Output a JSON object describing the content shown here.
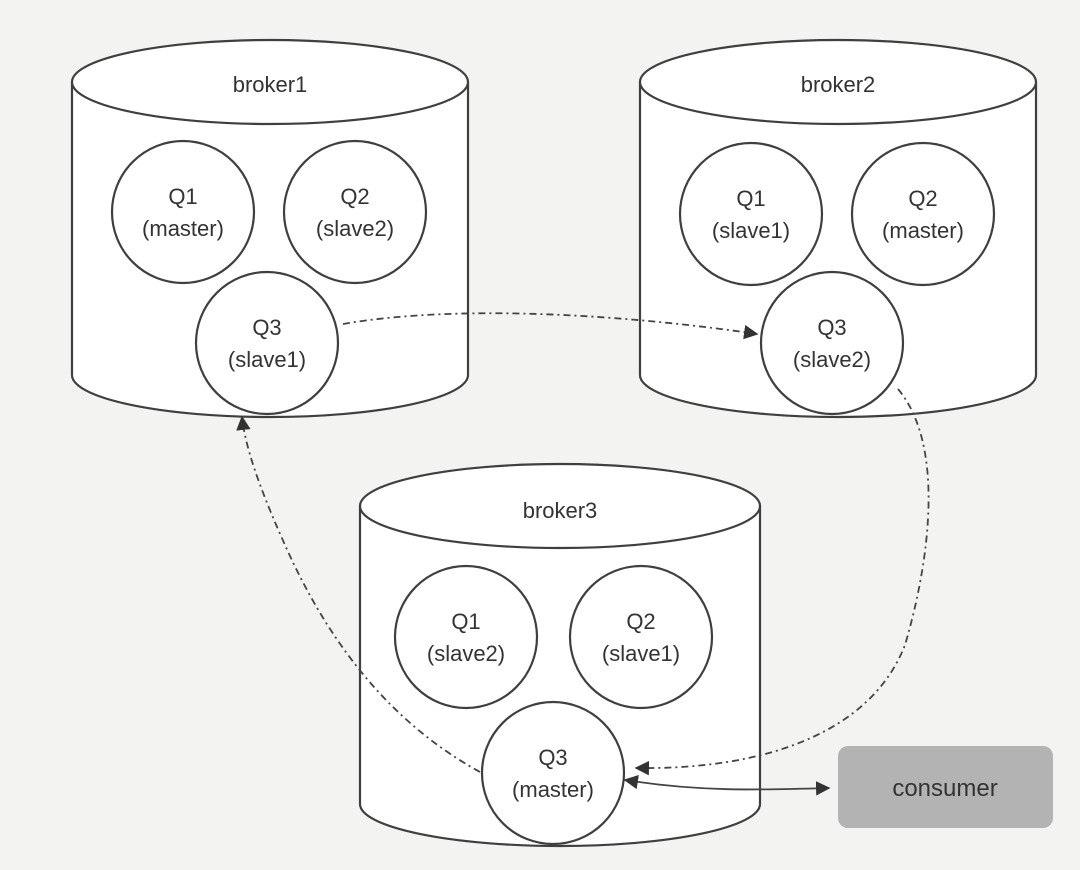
{
  "brokers": [
    {
      "name": "broker1",
      "queues": [
        {
          "name": "Q1",
          "role": "(master)"
        },
        {
          "name": "Q2",
          "role": "(slave2)"
        },
        {
          "name": "Q3",
          "role": "(slave1)"
        }
      ]
    },
    {
      "name": "broker2",
      "queues": [
        {
          "name": "Q1",
          "role": "(slave1)"
        },
        {
          "name": "Q2",
          "role": "(master)"
        },
        {
          "name": "Q3",
          "role": "(slave2)"
        }
      ]
    },
    {
      "name": "broker3",
      "queues": [
        {
          "name": "Q1",
          "role": "(slave2)"
        },
        {
          "name": "Q2",
          "role": "(slave1)"
        },
        {
          "name": "Q3",
          "role": "(master)"
        }
      ]
    }
  ],
  "consumer": {
    "label": "consumer"
  },
  "colors": {
    "background": "#f3f3f1",
    "stroke": "#3f3f3f",
    "consumer_fill": "#b3b3b3"
  }
}
